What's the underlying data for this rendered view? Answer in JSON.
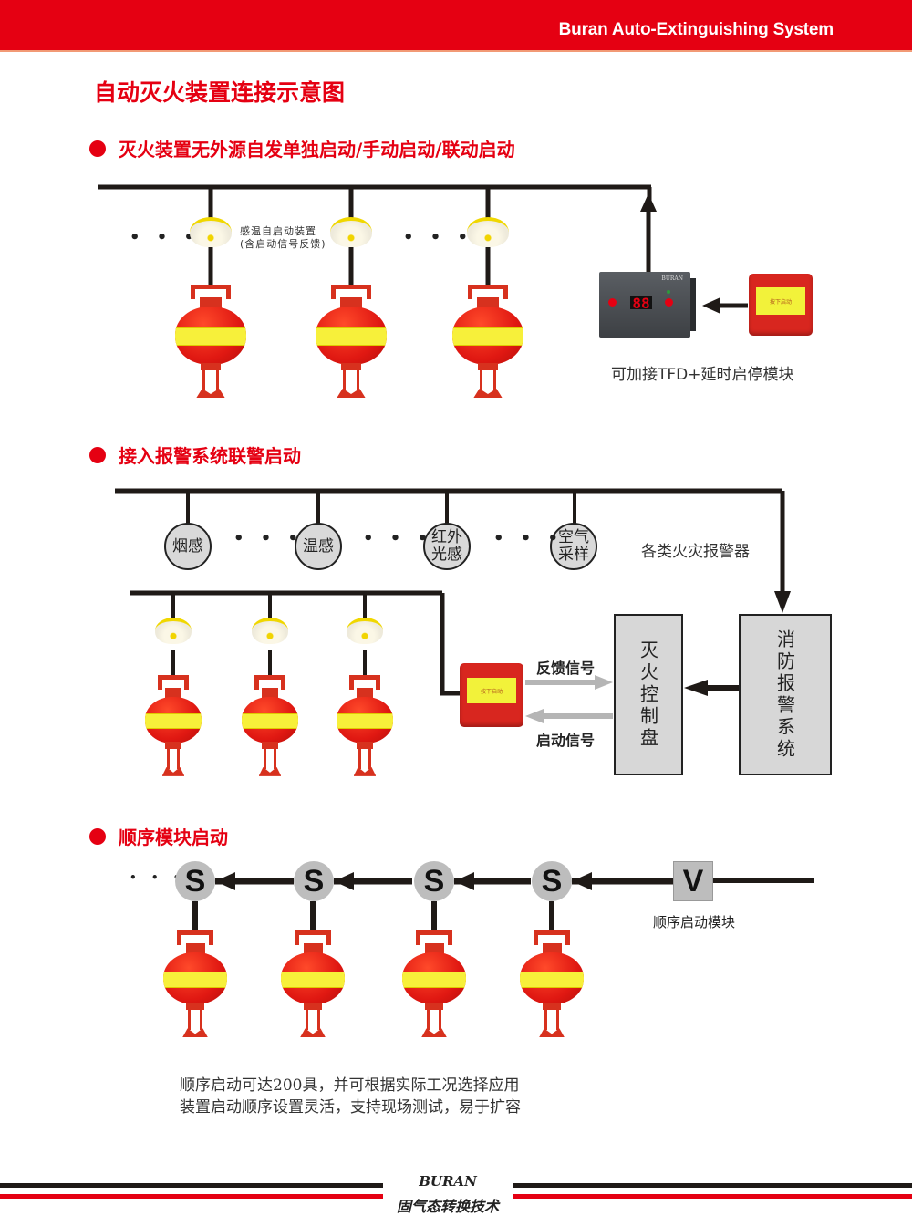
{
  "header": {
    "brand_title": "Buran Auto-Extinguishing System"
  },
  "page": {
    "title": "自动灭火装置连接示意图"
  },
  "colors": {
    "brand_red": "#e50012",
    "line_black": "#1f1a17",
    "node_gray": "#d7d7d7",
    "panel_yellow": "#f2f23a"
  },
  "section1": {
    "title": "灭火装置无外源自发单独启动/手动启动/联动启动",
    "ellipsis": "• • •",
    "detector_label_line1": "感温自启动装置",
    "detector_label_line2": "(含启动信号反馈)",
    "module": {
      "brand": "BURAN",
      "display": "88"
    },
    "button_box_text": "按下启动",
    "module_caption": "可加接TFD+延时启停模块",
    "device_count": 3
  },
  "section2": {
    "title": "接入报警系统联警启动",
    "ellipsis": "• • •",
    "sensors": [
      {
        "line1": "烟感",
        "line2": ""
      },
      {
        "line1": "温感",
        "line2": ""
      },
      {
        "line1": "红外",
        "line2": "光感"
      },
      {
        "line1": "空气",
        "line2": "采样"
      }
    ],
    "detectors_label": "各类火灾报警器",
    "feedback_signal": "反馈信号",
    "start_signal": "启动信号",
    "control_panel": "灭火控制盘",
    "alarm_system": "消防报警系统",
    "button_box_text": "按下启动",
    "device_count": 3
  },
  "section3": {
    "title": "顺序模块启动",
    "ellipsis": "• • •",
    "s_nodes": [
      "S",
      "S",
      "S",
      "S"
    ],
    "v_node": "V",
    "v_label": "顺序启动模块",
    "description_line1": "顺序启动可达200具，并可根据实际工况选择应用",
    "description_line2": "装置启动顺序设置灵活，支持现场测试，易于扩容",
    "device_count": 4
  },
  "footer": {
    "brand": "BURAN",
    "slogan": "固气态转换技术"
  }
}
